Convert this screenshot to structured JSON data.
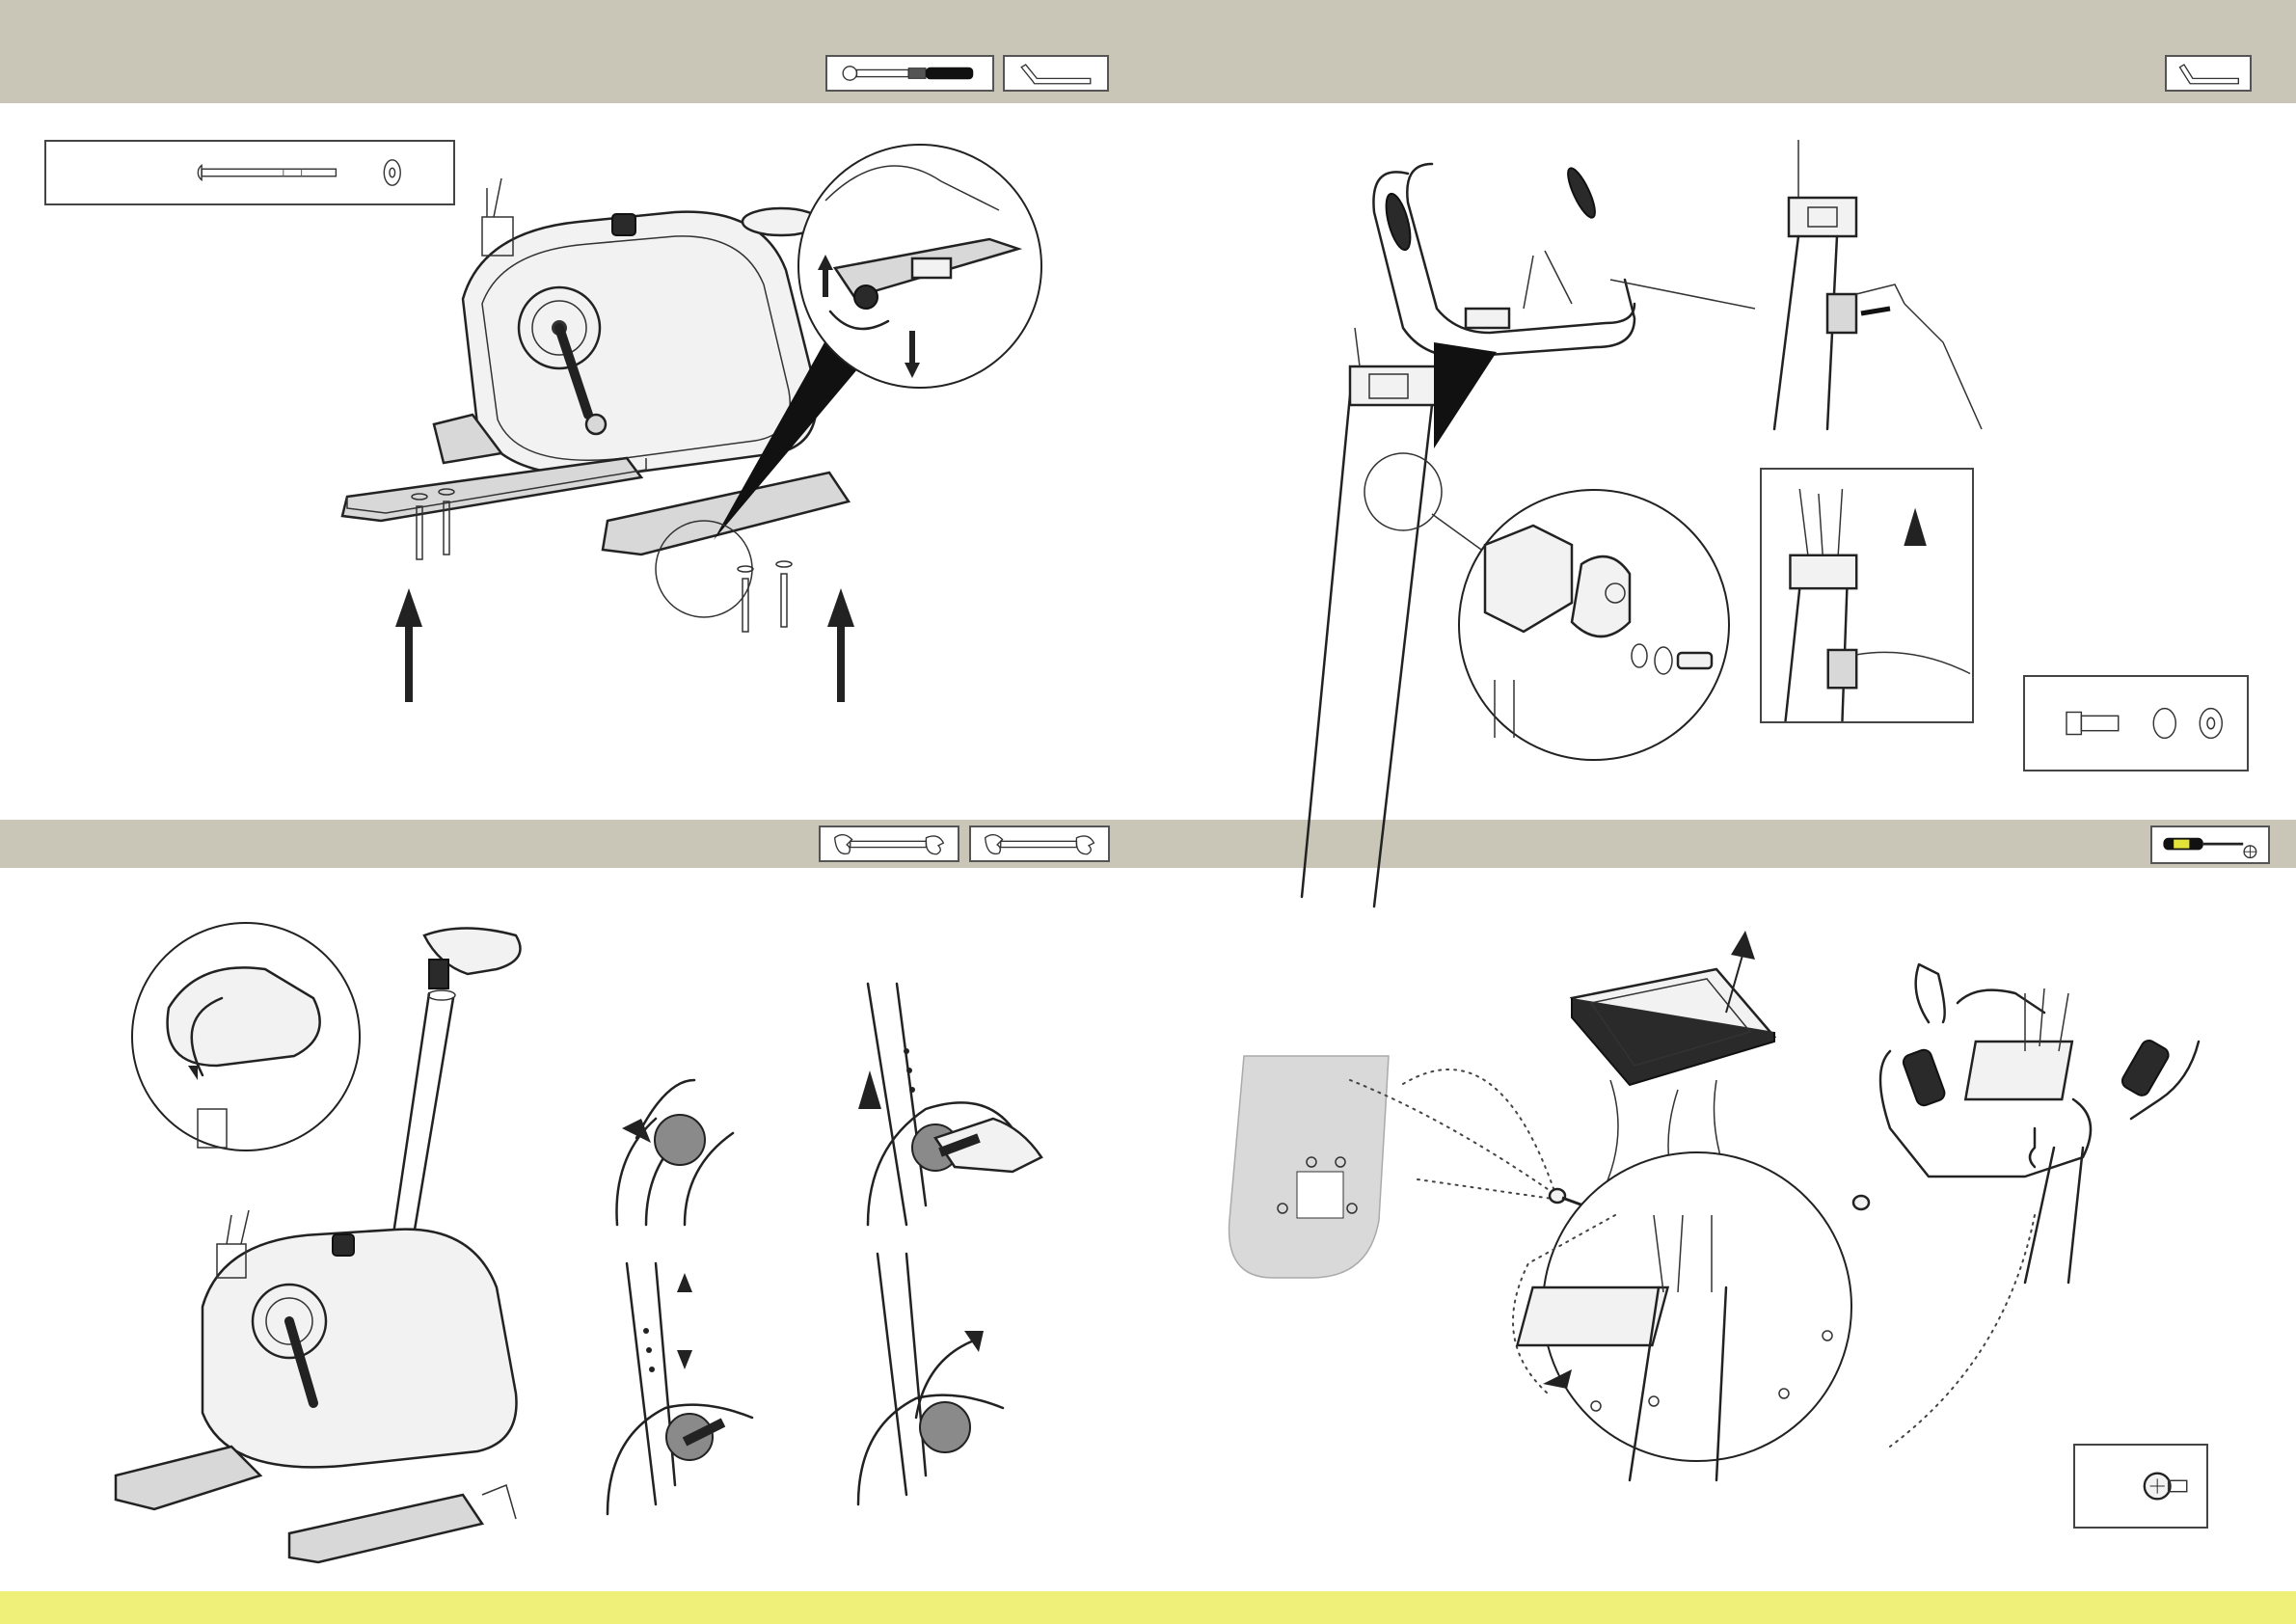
{
  "page": {
    "sections": [
      "step-frame-feet",
      "step-handlebar-post",
      "step-seat-post",
      "step-console"
    ]
  },
  "colors": {
    "header_band": "#c9c5b7",
    "footer_strip": "#eef07a",
    "line_art": "#222222",
    "console_plate": "#d9d9d9"
  },
  "tools": {
    "top_left": [
      "torque-wrench-icon",
      "allen-key-icon"
    ],
    "top_right": [
      "allen-key-icon"
    ],
    "bottom_left": [
      "open-end-wrench-icon",
      "open-end-wrench-icon"
    ],
    "bottom_right": [
      "phillips-screwdriver-icon"
    ]
  },
  "hardware": {
    "step1": [
      "carriage-bolt-icon",
      "washer-icon"
    ],
    "step2": [
      "socket-bolt-icon",
      "spring-washer-icon",
      "flat-washer-icon"
    ],
    "step4": [
      "screw-icon"
    ]
  }
}
